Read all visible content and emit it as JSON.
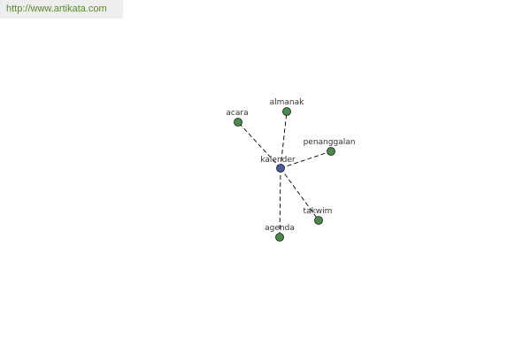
{
  "source": {
    "url_text": "http://www.artikata.com",
    "color": "#5a8a2a"
  },
  "diagram": {
    "center": {
      "id": "kalender",
      "label": "kalender",
      "color": "#4a5a9a"
    },
    "neighbor_color": "#4a8a4a",
    "nodes": [
      {
        "id": "acara",
        "label": "acara"
      },
      {
        "id": "almanak",
        "label": "almanak"
      },
      {
        "id": "penanggalan",
        "label": "penanggalan"
      },
      {
        "id": "takwim",
        "label": "takwim"
      },
      {
        "id": "agenda",
        "label": "agenda"
      }
    ],
    "edges": [
      {
        "from": "kalender",
        "to": "acara",
        "style": "dashed"
      },
      {
        "from": "kalender",
        "to": "almanak",
        "style": "dashed"
      },
      {
        "from": "kalender",
        "to": "penanggalan",
        "style": "dashed"
      },
      {
        "from": "kalender",
        "to": "takwim",
        "style": "dashed"
      },
      {
        "from": "kalender",
        "to": "agenda",
        "style": "dashed"
      }
    ]
  }
}
